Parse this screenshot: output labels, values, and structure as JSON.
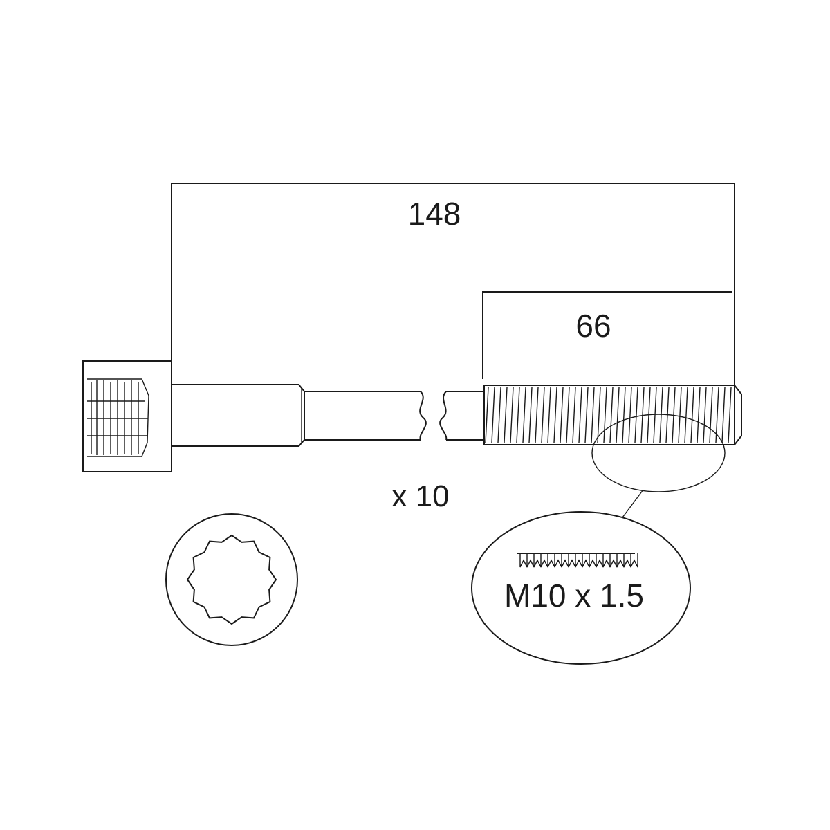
{
  "dimensions": {
    "overall_length": "148",
    "thread_length": "66"
  },
  "quantity": "x 10",
  "thread_spec": "M10 x 1.5"
}
